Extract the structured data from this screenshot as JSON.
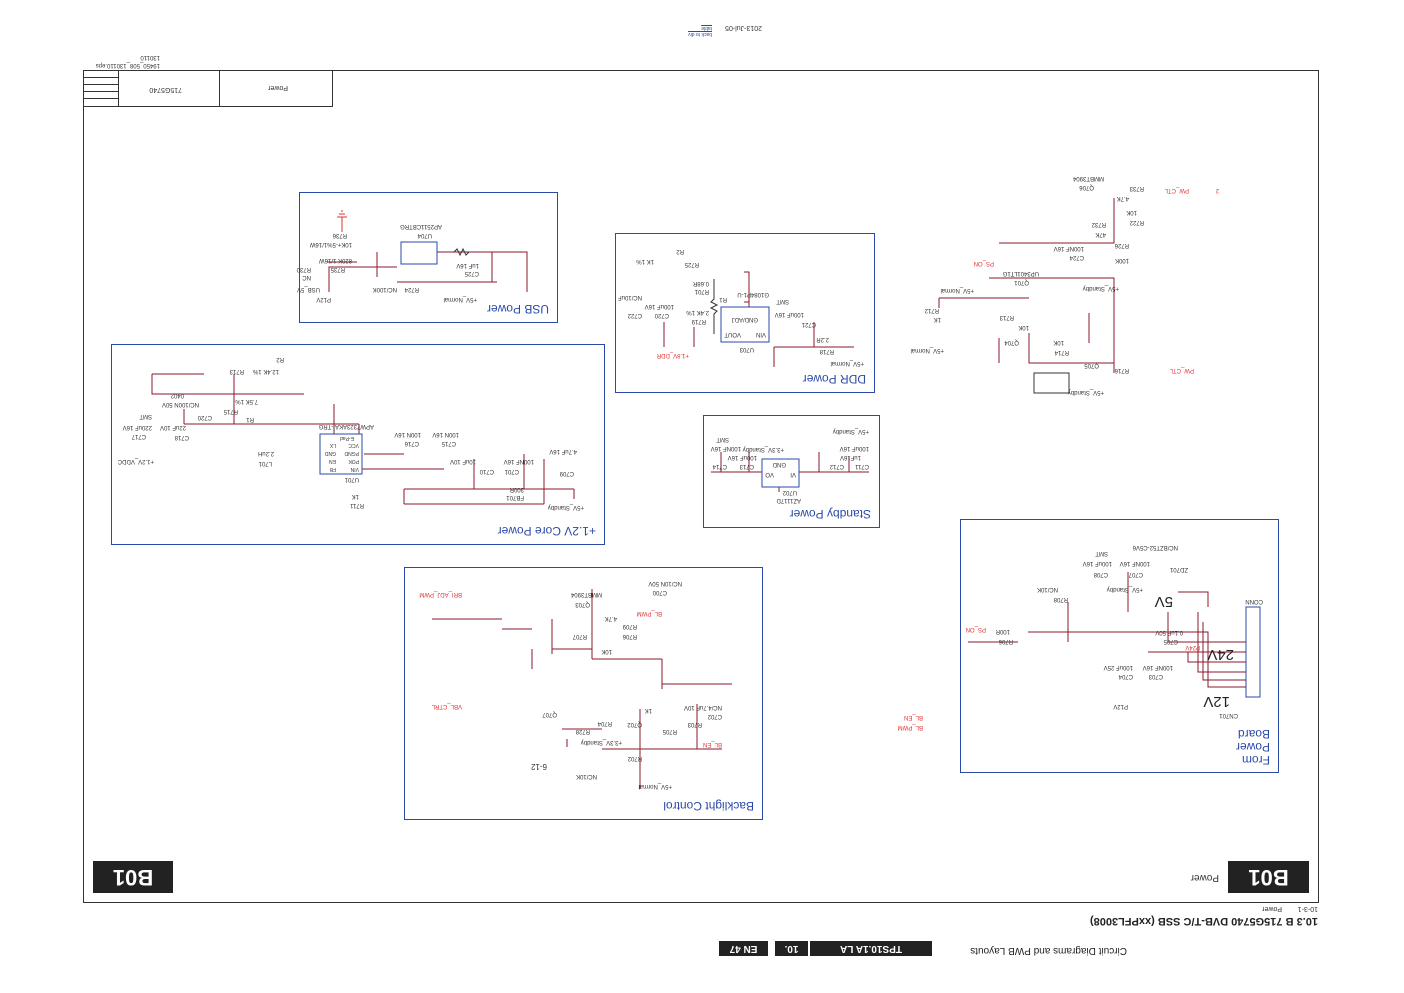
{
  "header": {
    "date": "2013-Jul-05",
    "back_link": "back to div table",
    "file": "19450_508_130110.eps",
    "file_code": "130110"
  },
  "title_block": {
    "name": "Power",
    "part": "715G5740"
  },
  "footer": {
    "section": "10.3  B 715G5740 DVB-T/C SSB (xxPFL3008)",
    "sub_id": "10-3-1",
    "sub_name": "Power",
    "chapter_title": "Circuit Diagrams and PWB Layouts",
    "model": "TPS10.1A LA",
    "chapter": "10.",
    "page": "EN 47"
  },
  "sheet": {
    "id_left": "B01",
    "id_right": "B01",
    "name": "Power"
  },
  "blocks": {
    "usb": {
      "title": "USB Power",
      "labels": [
        "U704",
        "AP2511CBTRG",
        "R736",
        "10K+-5%1/16W",
        "R735",
        "R730",
        "NC",
        "P12V",
        "+5V_Normal",
        "C725",
        "1uF 16V",
        "R724",
        "NC/100K",
        "USB_5V",
        "820K 1/16W"
      ]
    },
    "ddr": {
      "title": "DDR Power",
      "labels": [
        "U703",
        "G1084P1-U",
        "R2",
        "R1",
        "R725",
        "1K 1%",
        "R701",
        "0.68R",
        "R719",
        "2.4K 1%",
        "C721",
        "100uF 16V",
        "SMT",
        "C720",
        "100uF 16V",
        "C722",
        "NC/10uF",
        "+1.8V_DDR",
        "+5V_Normal",
        "R718",
        "2.2R",
        "VIN",
        "VOUT",
        "GND/ADJ"
      ]
    },
    "core": {
      "title": "+1.2V Core Power",
      "labels": [
        "U701",
        "APW7323AKAI-TRG",
        "R2",
        "R1",
        "R715",
        "7.5K 1%",
        "R713",
        "12.4K 1%",
        "C717",
        "220uF 16V",
        "SMT",
        "C718",
        "22uF 10V",
        "C720",
        "NC/100N 50V",
        "C716",
        "100N 16V",
        "C715",
        "100N 16V",
        "C710",
        "10uF 10V",
        "C701",
        "100NF 16V",
        "C709",
        "4.7uF 16V",
        "FB701",
        "300R",
        "L701",
        "2.2uH",
        "R711",
        "1K",
        "+1.2V_VDDC",
        "+5V_Standby",
        "FB",
        "EN",
        "GND",
        "LX",
        "VIN",
        "POK",
        "PGND",
        "VCC",
        "E-Pad",
        "0402"
      ]
    },
    "standby": {
      "title": "Standby Power",
      "labels": [
        "U702",
        "AZ1117D",
        "C712",
        "C711",
        "100uF 16V",
        "1uF16V",
        "C713",
        "100uF 16V",
        "C714",
        "100NF 16V",
        "SMT",
        "+3.3V_Standby",
        "+5V_Standby",
        "VI",
        "VO",
        "GND"
      ]
    },
    "backlight": {
      "title": "Backlight Control",
      "labels": [
        "BRI_ADJ_PWM",
        "BL_PWM",
        "BL_EN",
        "VBL_CTRL",
        "Q703",
        "MMBT3904",
        "Q707",
        "Q702",
        "R707",
        "R706",
        "R709",
        "R705",
        "R703",
        "R704",
        "R702",
        "R728",
        "C700",
        "C702",
        "NC/4.7uF 10V",
        "NC/10N 50V",
        "4.7K",
        "1K",
        "NC/10K",
        "10K",
        "+3.3V_Standby",
        "+5V_Normal",
        "6-12"
      ]
    },
    "board": {
      "title": "From Power Board",
      "labels": [
        "CN701",
        "CONN",
        "5V",
        "24V",
        "12V",
        "ZD701",
        "NC/BZT52-C5V6",
        "C708",
        "C707",
        "100NF 16V",
        "100uF 16V",
        "SMT",
        "C705",
        "0.1uF 50V",
        "C704",
        "C703",
        "100uF 25V",
        "100NF 16V",
        "R708",
        "NC/10K",
        "R706",
        "100R",
        "PS_ON",
        "BL_EN",
        "BL_PWM",
        "P24V",
        "P12V",
        "+5V_Standby"
      ]
    },
    "misc": {
      "labels": [
        "Q706",
        "MMBT3904",
        "R733",
        "4.7K",
        "PW_CTL",
        "R722",
        "10K",
        "R732",
        "47K",
        "R726",
        "100K",
        "C724",
        "100NF 16V",
        "Q701",
        "UP3401LT1G",
        "+5V_Normal",
        "+5V_Standby",
        "Q705",
        "R716",
        "PW_CTL",
        "Q704",
        "R714",
        "10K",
        "PS_ON",
        "R712",
        "1K",
        "R713",
        "10K",
        "+5V_Standby",
        "+5V_Normal",
        "2"
      ]
    }
  },
  "colors": {
    "box": "#2a4aa8",
    "wire": "#8b1a2b",
    "net": "#e03030"
  }
}
